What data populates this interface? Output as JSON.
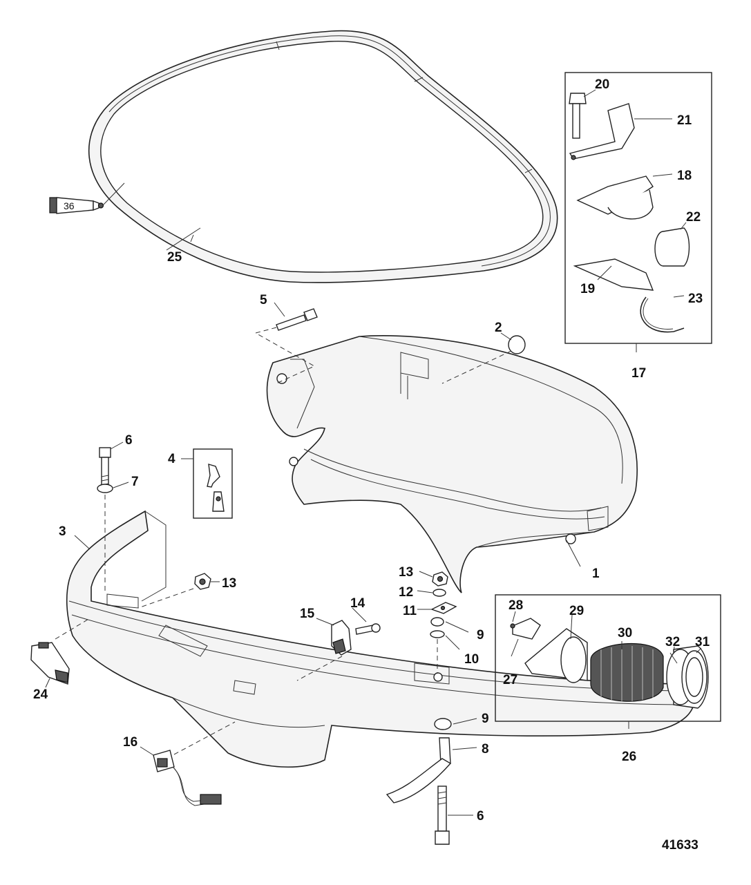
{
  "figure_number": "41633",
  "sealant_tube_label": "36",
  "callouts": {
    "c1": "1",
    "c2": "2",
    "c3": "3",
    "c4": "4",
    "c5": "5",
    "c6a": "6",
    "c6b": "6",
    "c7": "7",
    "c8": "8",
    "c9a": "9",
    "c9b": "9",
    "c10": "10",
    "c11": "11",
    "c12": "12",
    "c13a": "13",
    "c13b": "13",
    "c14": "14",
    "c15": "15",
    "c16": "16",
    "c17": "17",
    "c18": "18",
    "c19": "19",
    "c20": "20",
    "c21": "21",
    "c22": "22",
    "c23": "23",
    "c24": "24",
    "c25": "25",
    "c26": "26",
    "c27": "27",
    "c28": "28",
    "c29": "29",
    "c30": "30",
    "c31": "31",
    "c32": "32"
  }
}
